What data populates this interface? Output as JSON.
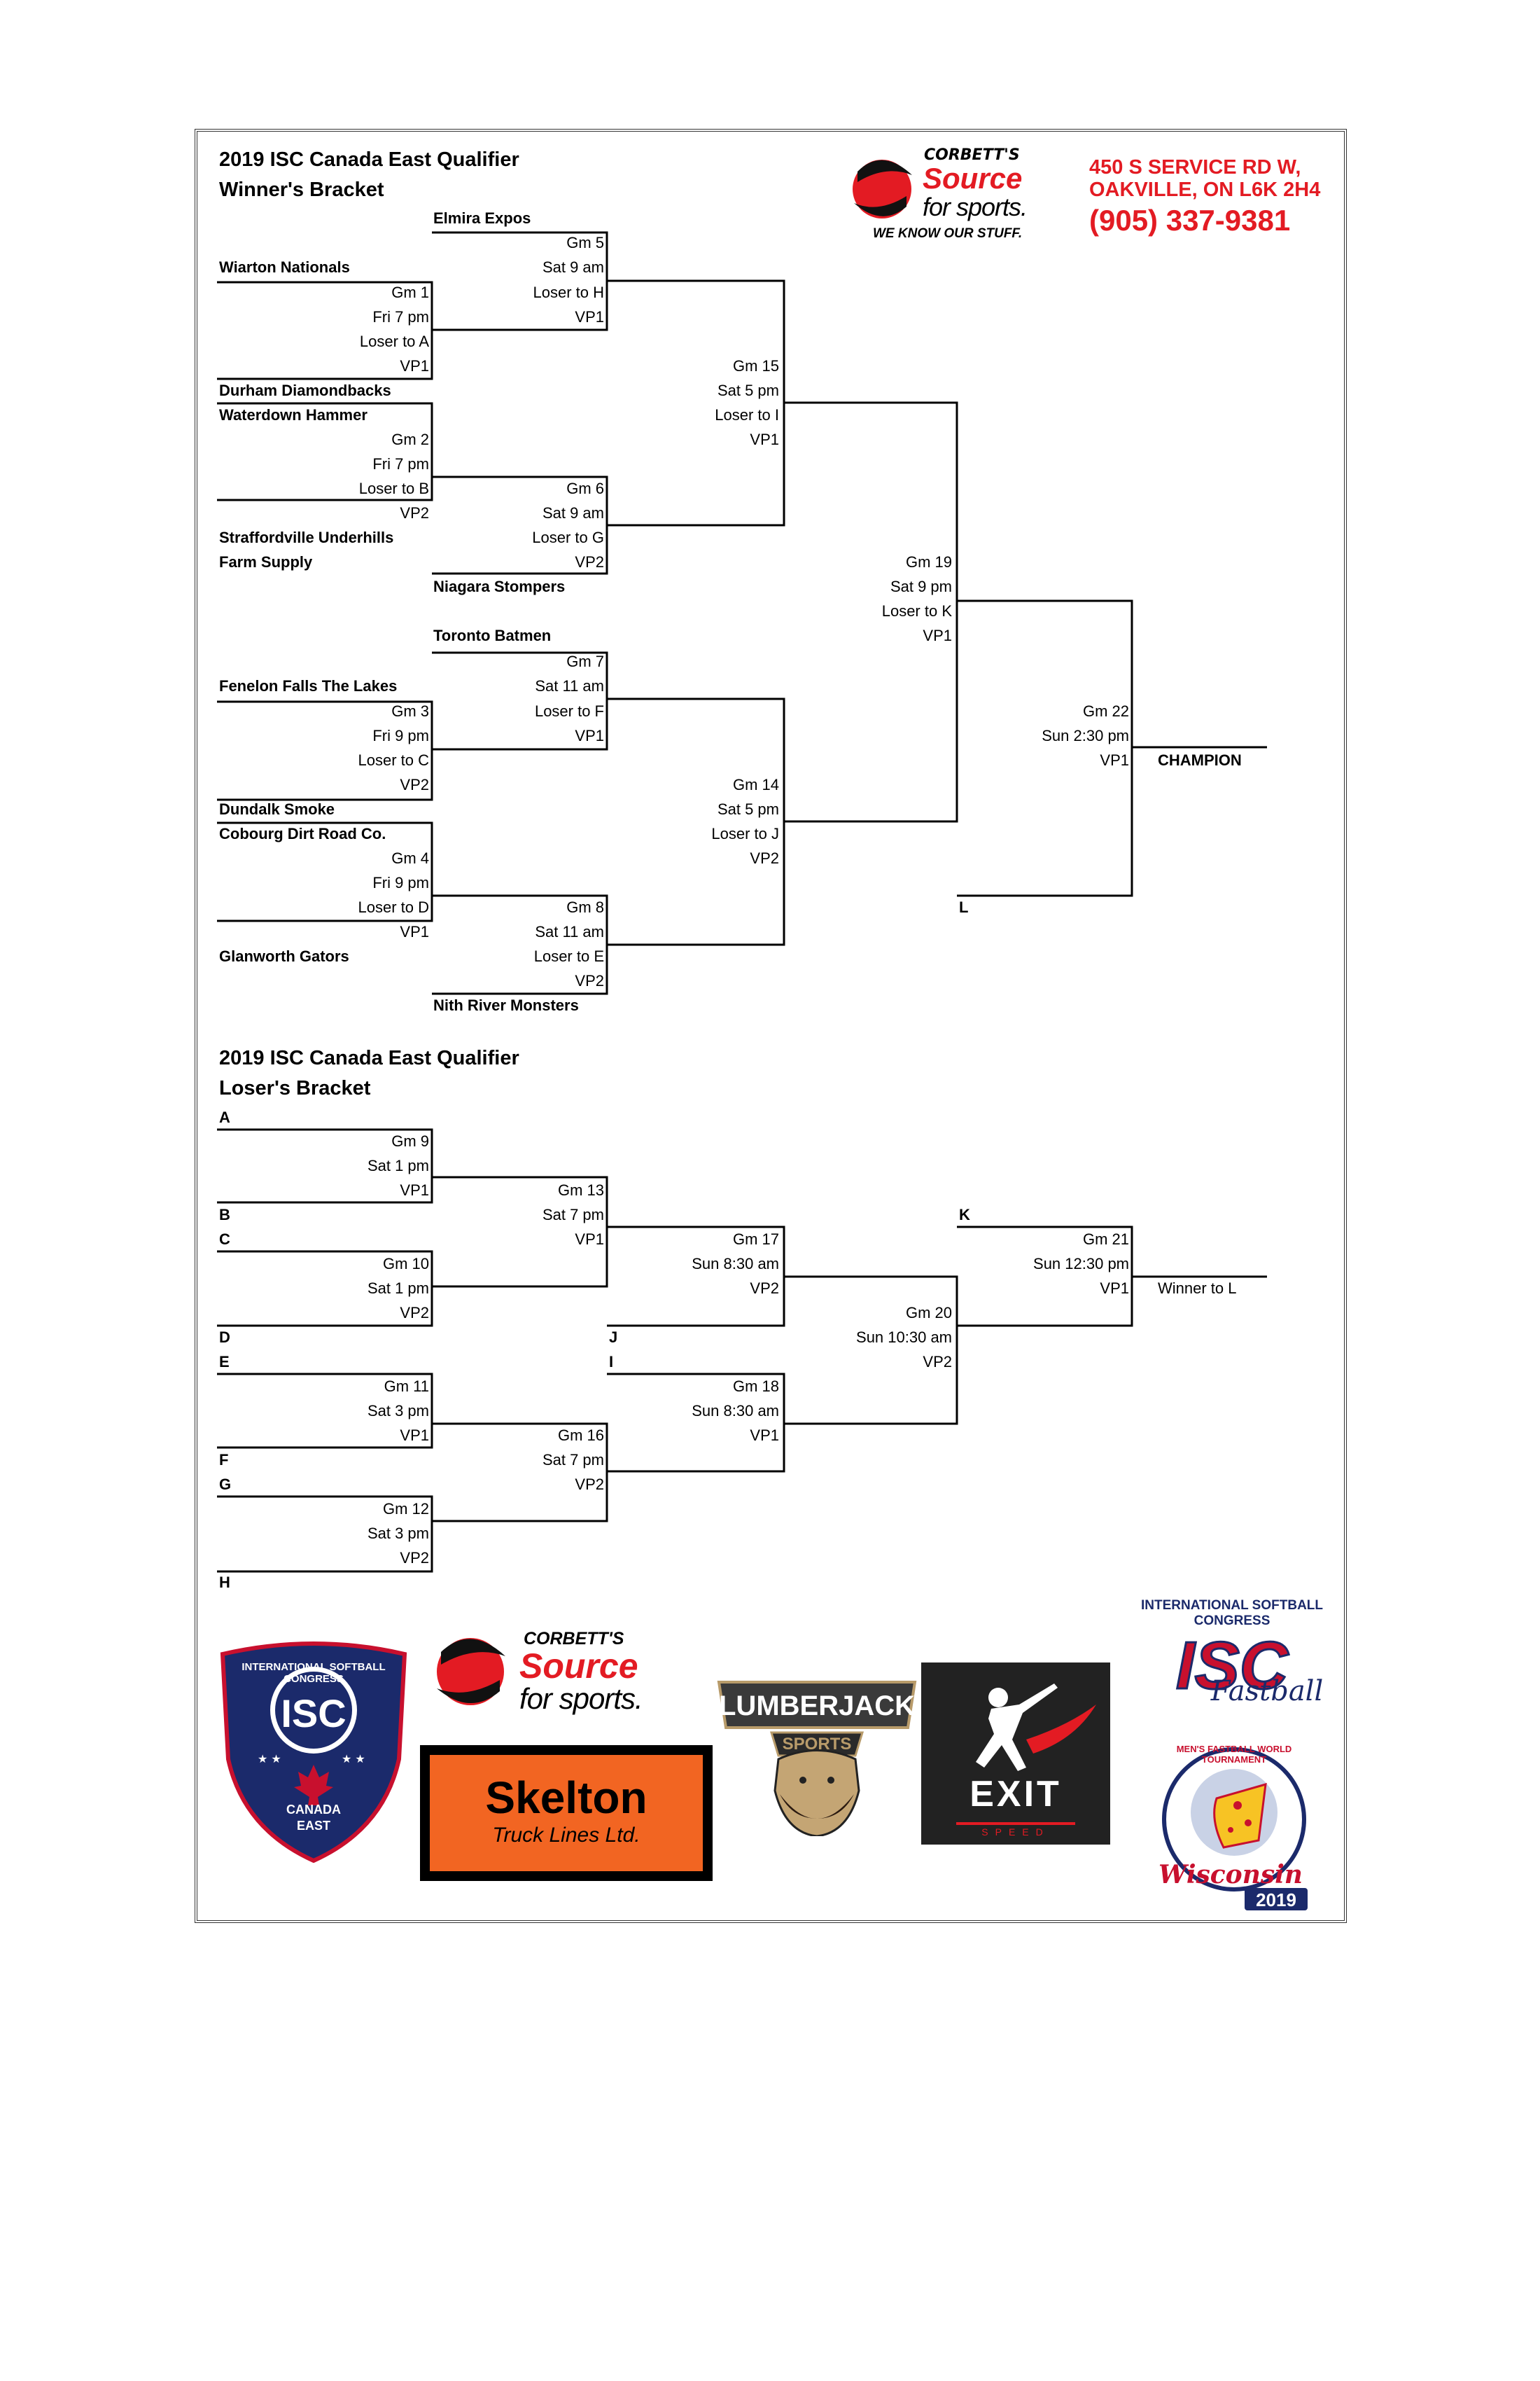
{
  "winners": {
    "title": "2019 ISC Canada East Qualifier",
    "subtitle": "Winner's Bracket",
    "teams": {
      "elmira": "Elmira Expos",
      "wiarton": "Wiarton Nationals",
      "durham": "Durham Diamondbacks",
      "waterdown": "Waterdown Hammer",
      "straffordville": "Straffordville Underhills",
      "farm": "Farm Supply",
      "niagara": "Niagara Stompers",
      "toronto": "Toronto Batmen",
      "fenelon": "Fenelon Falls The Lakes",
      "dundalk": "Dundalk Smoke",
      "cobourg": "Cobourg Dirt Road Co.",
      "glanworth": "Glanworth Gators",
      "nith": "Nith River Monsters",
      "champion": "CHAMPION",
      "l": "L"
    },
    "games": {
      "g5": {
        "gm": "Gm 5",
        "time": "Sat 9 am",
        "loser": "Loser to H",
        "venue": "VP1"
      },
      "g1": {
        "gm": "Gm 1",
        "time": "Fri 7 pm",
        "loser": "Loser to A",
        "venue": "VP1"
      },
      "g15": {
        "gm": "Gm 15",
        "time": "Sat 5 pm",
        "loser": "Loser to I",
        "venue": "VP1"
      },
      "g2": {
        "gm": "Gm 2",
        "time": "Fri 7 pm",
        "loser": "Loser to B",
        "venue": "VP2"
      },
      "g6": {
        "gm": "Gm 6",
        "time": "Sat 9 am",
        "loser": "Loser to G",
        "venue": "VP2"
      },
      "g19": {
        "gm": "Gm 19",
        "time": "Sat 9 pm",
        "loser": "Loser to K",
        "venue": "VP1"
      },
      "g7": {
        "gm": "Gm 7",
        "time": "Sat 11 am",
        "loser": "Loser to F",
        "venue": "VP1"
      },
      "g3": {
        "gm": "Gm 3",
        "time": "Fri 9 pm",
        "loser": "Loser to C",
        "venue": "VP2"
      },
      "g22": {
        "gm": "Gm 22",
        "time": "Sun 2:30 pm",
        "venue": "VP1"
      },
      "g14": {
        "gm": "Gm 14",
        "time": "Sat 5 pm",
        "loser": "Loser to J",
        "venue": "VP2"
      },
      "g4": {
        "gm": "Gm 4",
        "time": "Fri 9 pm",
        "loser": "Loser to D",
        "venue": "VP1"
      },
      "g8": {
        "gm": "Gm 8",
        "time": "Sat 11 am",
        "loser": "Loser to E",
        "venue": "VP2"
      }
    }
  },
  "losers": {
    "title": "2019 ISC Canada East Qualifier",
    "subtitle": "Loser's Bracket",
    "labels": {
      "a": "A",
      "b": "B",
      "c": "C",
      "d": "D",
      "e": "E",
      "f": "F",
      "g": "G",
      "h": "H",
      "i": "I",
      "j": "J",
      "k": "K",
      "winner": "Winner to L"
    },
    "games": {
      "g9": {
        "gm": "Gm 9",
        "time": "Sat 1 pm",
        "venue": "VP1"
      },
      "g13": {
        "gm": "Gm 13",
        "time": "Sat 7 pm",
        "venue": "VP1"
      },
      "g17": {
        "gm": "Gm 17",
        "time": "Sun 8:30 am",
        "venue": "VP2"
      },
      "g21": {
        "gm": "Gm 21",
        "time": "Sun 12:30 pm",
        "venue": "VP1"
      },
      "g10": {
        "gm": "Gm 10",
        "time": "Sat 1 pm",
        "venue": "VP2"
      },
      "g20": {
        "gm": "Gm 20",
        "time": "Sun 10:30 am",
        "venue": "VP2"
      },
      "g11": {
        "gm": "Gm 11",
        "time": "Sat 3 pm",
        "venue": "VP1"
      },
      "g18": {
        "gm": "Gm 18",
        "time": "Sun 8:30 am",
        "venue": "VP1"
      },
      "g16": {
        "gm": "Gm 16",
        "time": "Sat 7 pm",
        "venue": "VP2"
      },
      "g12": {
        "gm": "Gm 12",
        "time": "Sat 3 pm",
        "venue": "VP2"
      }
    }
  },
  "sponsor_header": {
    "brand_top": "CORBETT'S",
    "brand_mid": "Source",
    "brand_bot": "for sports.",
    "slogan": "WE KNOW OUR STUFF.",
    "address_1": "450 S SERVICE RD W,",
    "address_2": "OAKVILLE, ON L6K 2H4",
    "phone": "(905) 337-9381"
  },
  "sponsors": {
    "isc_shield": {
      "arc": "INTERNATIONAL SOFTBALL CONGRESS",
      "mark": "ISC",
      "bottom_1": "CANADA",
      "bottom_2": "EAST"
    },
    "corbett": {
      "top": "CORBETT'S",
      "mid": "Source",
      "bot": "for sports."
    },
    "skelton": {
      "name": "Skelton",
      "sub": "Truck Lines Ltd."
    },
    "lumberjack": {
      "name": "LUMBERJACK",
      "sub": "SPORTS"
    },
    "exit": {
      "name": "EXIT",
      "sub": "SPEED"
    },
    "isc_fastball": {
      "arc": "INTERNATIONAL SOFTBALL CONGRESS",
      "mark": "ISC",
      "script": "Fastball"
    },
    "tournament": {
      "arc": "MEN'S FASTBALL WORLD TOURNAMENT",
      "script": "Wisconsin",
      "year": "2019"
    }
  },
  "colors": {
    "red": "#e31b23",
    "navy": "#1b2a6b",
    "orange": "#f26522"
  }
}
